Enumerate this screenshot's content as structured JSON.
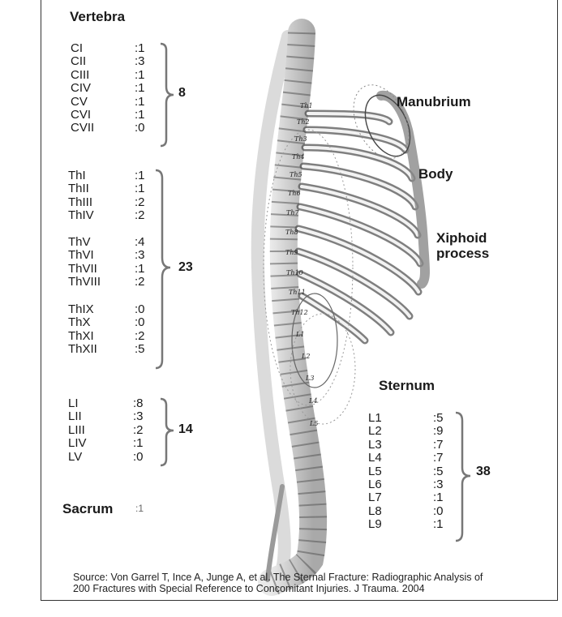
{
  "vertebra_title": "Vertebra",
  "cervical": {
    "items": [
      {
        "label": "CI",
        "value": ":1"
      },
      {
        "label": "CII",
        "value": ":3"
      },
      {
        "label": "CIII",
        "value": ":1"
      },
      {
        "label": "CIV",
        "value": ":1"
      },
      {
        "label": "CV",
        "value": ":1"
      },
      {
        "label": "CVI",
        "value": ":1"
      },
      {
        "label": "CVII",
        "value": ":0"
      }
    ],
    "total": "8"
  },
  "thoracic": {
    "groups": [
      [
        {
          "label": "ThI",
          "value": ":1"
        },
        {
          "label": "ThII",
          "value": ":1"
        },
        {
          "label": "ThIII",
          "value": ":2"
        },
        {
          "label": "ThIV",
          "value": ":2"
        }
      ],
      [
        {
          "label": "ThV",
          "value": ":4"
        },
        {
          "label": "ThVI",
          "value": ":3"
        },
        {
          "label": "ThVII",
          "value": ":1"
        },
        {
          "label": "ThVIII",
          "value": ":2"
        }
      ],
      [
        {
          "label": "ThIX",
          "value": ":0"
        },
        {
          "label": "ThX",
          "value": ":0"
        },
        {
          "label": "ThXI",
          "value": ":2"
        },
        {
          "label": "ThXII",
          "value": ":5"
        }
      ]
    ],
    "total": "23"
  },
  "lumbar": {
    "items": [
      {
        "label": "LI",
        "value": ":8"
      },
      {
        "label": "LII",
        "value": ":3"
      },
      {
        "label": "LIII",
        "value": ":2"
      },
      {
        "label": "LIV",
        "value": ":1"
      },
      {
        "label": "LV",
        "value": ":0"
      }
    ],
    "total": "14"
  },
  "sacrum": {
    "label": "Sacrum",
    "value": ":1"
  },
  "anatomy_labels": {
    "manubrium": "Manubrium",
    "body": "Body",
    "xiphoid_line1": "Xiphoid",
    "xiphoid_line2": "process"
  },
  "sternum": {
    "title": "Sternum",
    "items": [
      {
        "label": "L1",
        "value": ":5"
      },
      {
        "label": "L2",
        "value": ":9"
      },
      {
        "label": "L3",
        "value": ":7"
      },
      {
        "label": "L4",
        "value": ":7"
      },
      {
        "label": "L5",
        "value": ":5"
      },
      {
        "label": "L6",
        "value": ":3"
      },
      {
        "label": "L7",
        "value": ":1"
      },
      {
        "label": "L8",
        "value": ":0"
      },
      {
        "label": "L9",
        "value": ":1"
      }
    ],
    "total": "38"
  },
  "vertebra_labels": [
    "Th1",
    "Th2",
    "Th3",
    "Th4",
    "Th5",
    "Th6",
    "Th7",
    "Th8",
    "Th9",
    "Th10",
    "Th11",
    "Th12",
    "L1",
    "L2",
    "L3",
    "L4",
    "L5"
  ],
  "source_line1": "Source: Von Garrel T, Ince A, Junge A, et al. The Sternal Fracture: Radiographic Analysis of",
  "source_line2": "200 Fractures with Special  Reference to Concomitant Injuries. J Trauma. 2004"
}
